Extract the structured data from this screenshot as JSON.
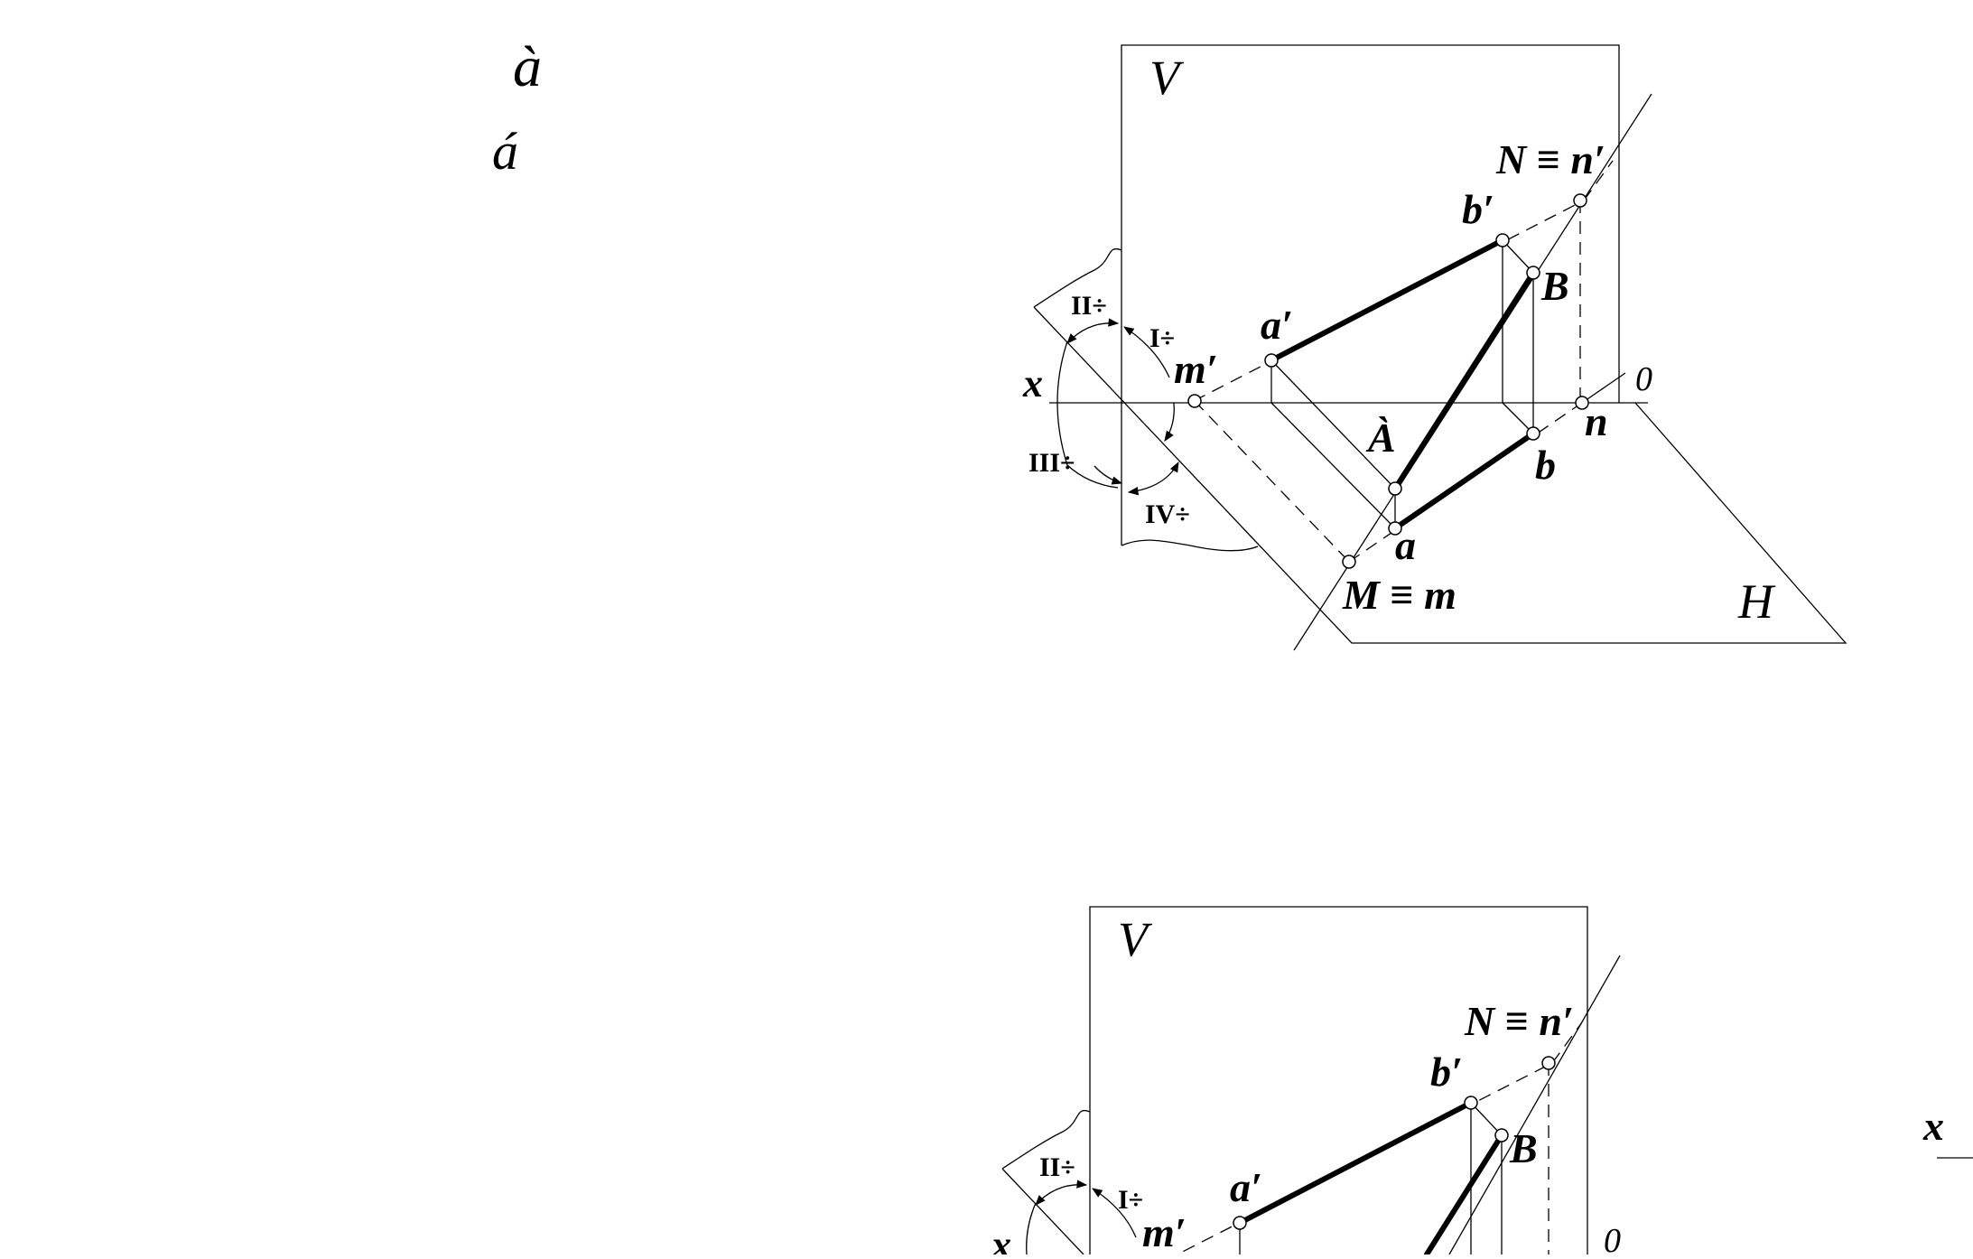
{
  "stray_text": {
    "top_1": "à",
    "top_2": "á",
    "right_x": "x"
  },
  "diagram_top": {
    "plane_v": "V",
    "plane_h": "H",
    "axis_x": "x",
    "origin": "0",
    "quadrant_1": "I÷",
    "quadrant_2": "II÷",
    "quadrant_3": "III÷",
    "quadrant_4": "IV÷",
    "point_N": "N ≡ n′",
    "point_b_prime": "b′",
    "point_B": "B",
    "point_a_prime": "a′",
    "point_m_prime": "m′",
    "point_A": "À",
    "point_n": "n",
    "point_b": "b",
    "point_a": "a",
    "point_M": "M ≡ m"
  },
  "diagram_bottom": {
    "plane_v": "V",
    "axis_x": "x",
    "origin": "0",
    "quadrant_1": "I÷",
    "quadrant_2": "II÷",
    "point_N": "N ≡ n′",
    "point_b_prime": "b′",
    "point_B": "B",
    "point_a_prime": "a′",
    "point_m_prime": "m′"
  }
}
